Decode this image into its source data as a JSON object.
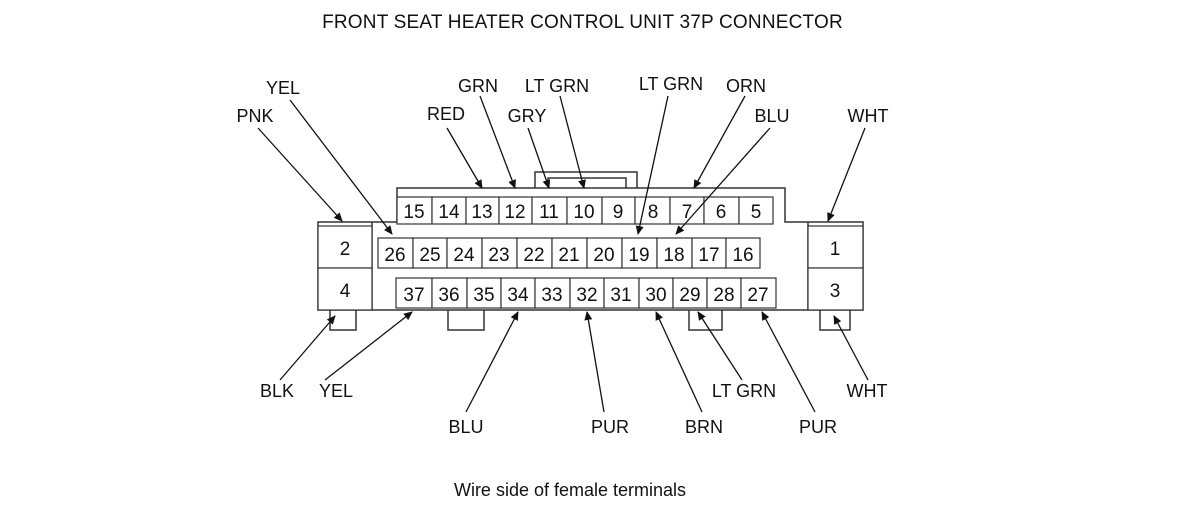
{
  "title": "FRONT SEAT HEATER CONTROL UNIT 37P CONNECTOR",
  "caption": "Wire side of female terminals",
  "pins": {
    "p1": "1",
    "p2": "2",
    "p3": "3",
    "p4": "4",
    "p5": "5",
    "p6": "6",
    "p7": "7",
    "p8": "8",
    "p9": "9",
    "p10": "10",
    "p11": "11",
    "p12": "12",
    "p13": "13",
    "p14": "14",
    "p15": "15",
    "p16": "16",
    "p17": "17",
    "p18": "18",
    "p19": "19",
    "p20": "20",
    "p21": "21",
    "p22": "22",
    "p23": "23",
    "p24": "24",
    "p25": "25",
    "p26": "26",
    "p27": "27",
    "p28": "28",
    "p29": "29",
    "p30": "30",
    "p31": "31",
    "p32": "32",
    "p33": "33",
    "p34": "34",
    "p35": "35",
    "p36": "36",
    "p37": "37"
  },
  "wires": {
    "pin2": "PNK",
    "pin26": "YEL",
    "pin13": "RED",
    "pin12": "GRN",
    "pin11": "GRY",
    "pin10": "LT GRN",
    "pin19": "LT GRN",
    "pin7": "ORN",
    "pin18": "BLU",
    "pin1": "WHT",
    "pin4": "BLK",
    "pin37": "YEL",
    "pin34": "BLU",
    "pin32": "PUR",
    "pin30": "BRN",
    "pin29": "LT GRN",
    "pin27": "PUR",
    "pin3": "WHT"
  }
}
